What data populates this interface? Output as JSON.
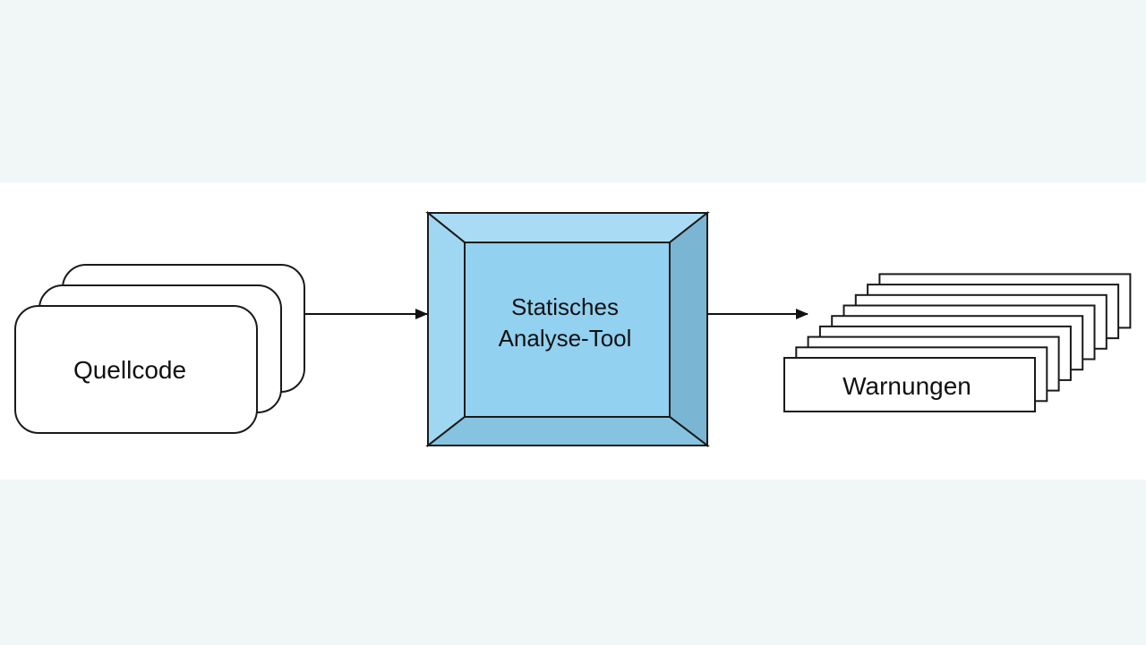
{
  "diagram": {
    "source": {
      "label": "Quellcode",
      "stack_count": 3
    },
    "tool": {
      "label_line1": "Statisches",
      "label_line2": "Analyse-Tool",
      "colors": {
        "face": "#92d1f0",
        "top_bevel": "#a9dcf4",
        "side_bevel": "#7ab6d3",
        "bottom_bevel": "#86c3e0",
        "stroke": "#1a1a1a"
      }
    },
    "output": {
      "label": "Warnungen",
      "stack_count": 9
    },
    "background": {
      "outer": "#f1f7f7",
      "band": "#ffffff"
    }
  }
}
